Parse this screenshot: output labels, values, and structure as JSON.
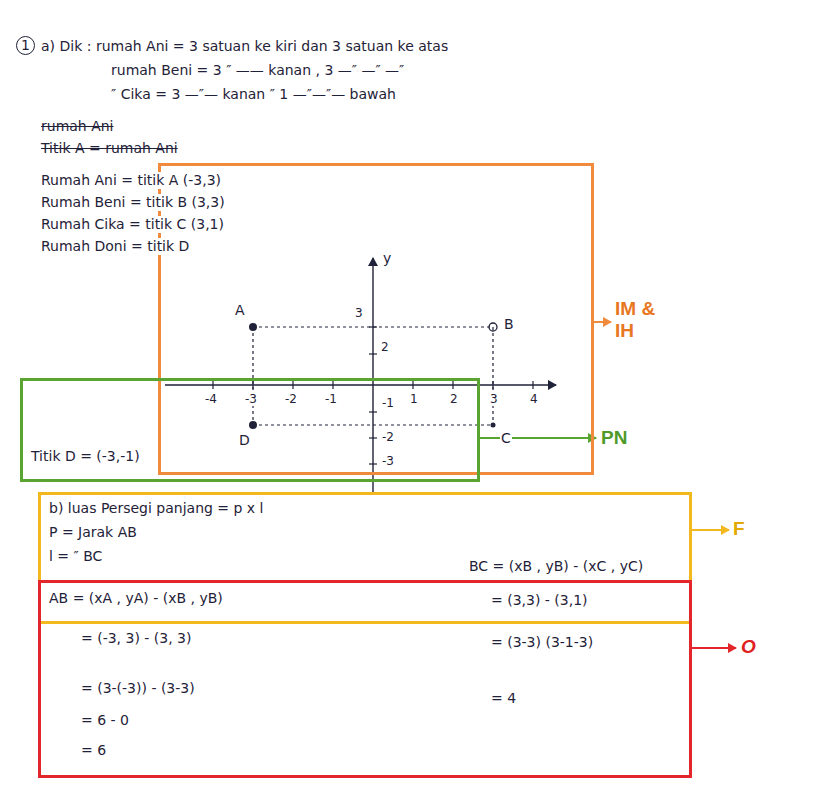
{
  "diagram": {
    "nodes": [
      {
        "text": [
          "IM & IH"
        ]
      },
      {
        "text": [
          "PN"
        ]
      },
      {
        "text": [
          "F"
        ]
      },
      {
        "text": [
          "O"
        ]
      }
    ],
    "labels": [
      "1",
      "a) Dik : rumah Ani = 3 satuan ke kiri dan 3 satuan ke atas",
      "rumah Beni = 3 ″ —— kanan , 3 —″ —″ —″",
      "″ Cika = 3 —″— kanan ″ 1 —″—″— bawah",
      "rumah Ani",
      "Titik A = rumah Ani",
      "Rumah Ani = titik A (-3,3)",
      "Rumah Beni = titik B (3,3)",
      "Rumah Cika = titik C (3,1)",
      "Rumah Doni = titik D",
      "y",
      "3",
      "2",
      "-4",
      "-3",
      "-2",
      "-1",
      "1",
      "2",
      "3",
      "4",
      "-1",
      "-2",
      "-3",
      "A",
      "B",
      "D",
      "C",
      "Titik D = (-3,-1)",
      "b) luas Persegi panjang = p x l",
      "P = Jarak AB",
      "l = ″ BC",
      "AB = (xA , yA) - (xB , yB)",
      "= (-3, 3) - (3, 3)",
      "= (3-(-3)) - (3-3)",
      "= 6 - 0",
      "= 6",
      "BC = (xB , yB) - (xC , yC)",
      "= (3,3) - (3,1)",
      "= (3-3) (3-1-3)",
      "= 4"
    ]
  }
}
